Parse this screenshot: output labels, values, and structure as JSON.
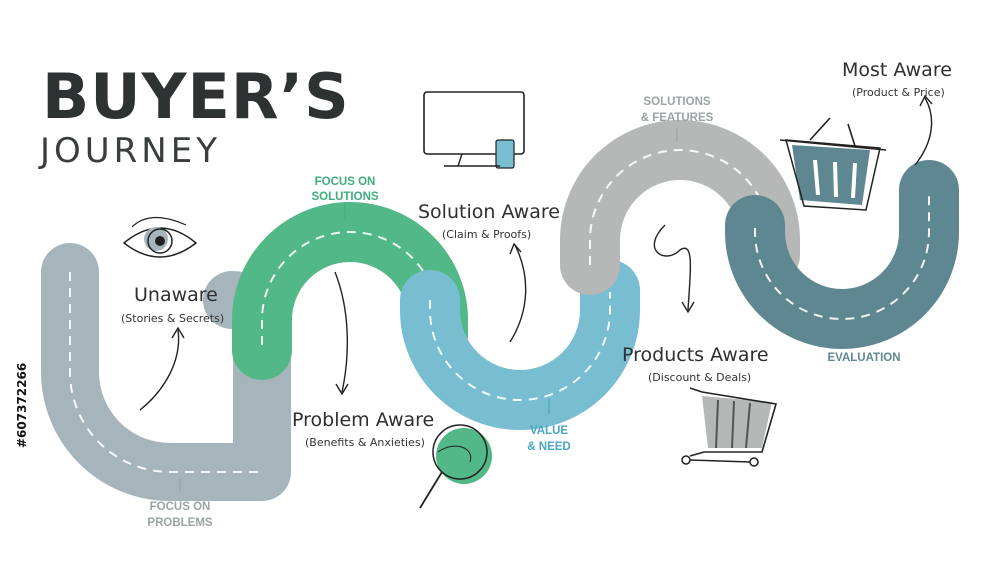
{
  "title": {
    "line1": "BUYER’S",
    "line2": "JOURNEY"
  },
  "stages": [
    {
      "name": "Unaware",
      "note": "(Stories & Secrets)"
    },
    {
      "name": "Problem Aware",
      "note": "(Benefits & Anxieties)"
    },
    {
      "name": "Solution Aware",
      "note": "(Claim & Proofs)"
    },
    {
      "name": "Products Aware",
      "note": "(Discount & Deals)"
    },
    {
      "name": "Most Aware",
      "note": "(Product & Price)"
    }
  ],
  "captions": {
    "focus_problems": [
      "FOCUS ON",
      "PROBLEMS"
    ],
    "focus_solutions": [
      "FOCUS ON",
      "SOLUTIONS"
    ],
    "value_need": [
      "VALUE",
      "& NEED"
    ],
    "solutions_features": [
      "SOLUTIONS",
      "& FEATURES"
    ],
    "evaluation": "EVALUATION"
  },
  "colors": {
    "road_grey_blue": "#a6b5bc",
    "road_green": "#52b887",
    "road_light_blue": "#78bdd0",
    "road_grey": "#b6b8b7",
    "road_slate": "#5f8791",
    "caption_grey": "#9aa3a6",
    "caption_green": "#3fae7c",
    "caption_blue": "#4aa6c2",
    "caption_slate": "#5f8791"
  },
  "icons": [
    "eye-icon",
    "monitor-icon",
    "magnifier-icon",
    "basket-icon",
    "cart-icon"
  ],
  "watermark": {
    "side_id": "#607372266"
  }
}
